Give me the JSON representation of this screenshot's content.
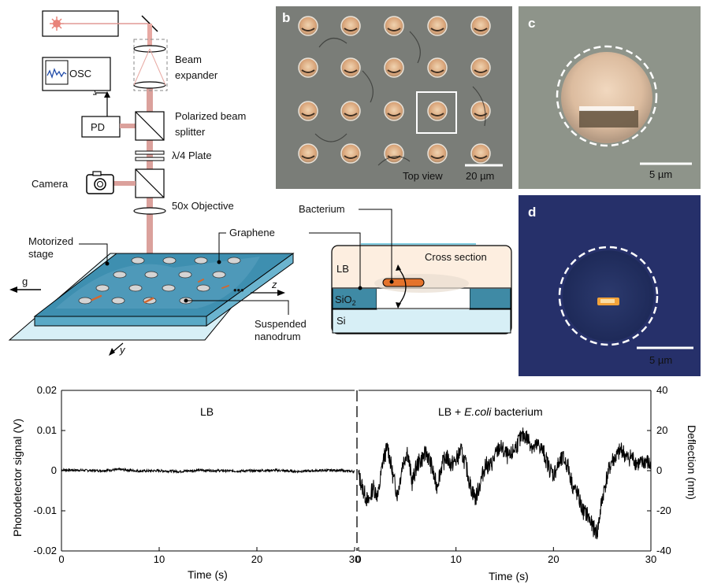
{
  "panels": {
    "a": "",
    "b": "b",
    "c": "c",
    "d": "d",
    "e": ""
  },
  "setup": {
    "osc": "OSC",
    "pd": "PD",
    "camera": "Camera",
    "beam_expander_1": "Beam",
    "beam_expander_2": "expander",
    "pbs_1": "Polarized beam",
    "pbs_2": "splitter",
    "quarter_plate": "λ/4 Plate",
    "objective": "50x Objective",
    "motorized_1": "Motorized",
    "motorized_2": "stage",
    "graphene": "Graphene",
    "g_axis": "g",
    "z_axis": "z",
    "y_axis": "y",
    "ellipsis": "•••",
    "suspended_1": "Suspended",
    "suspended_2": "nanodrum"
  },
  "micrographs": {
    "b_top_view": "Top view",
    "b_scale": "20 µm",
    "c_scale": "5 µm",
    "d_scale": "5 µm"
  },
  "cross_section": {
    "bacterium": "Bacterium",
    "title": "Cross section",
    "lb": "LB",
    "sio2_main": "SiO",
    "sio2_sub": "2",
    "si": "Si"
  },
  "colors": {
    "laser": "#e8837a",
    "beam": "#e29a95",
    "stage_top": "#3e8fb0",
    "stage_side": "#5aa9c6",
    "stage_base": "#cfeaf3",
    "lb_fill": "#fdeee0",
    "sio2_fill": "#3f8aa5",
    "si_fill": "#d7eff6",
    "bacterium": "#e4732c",
    "micrograph_b": "#7a7d78",
    "micrograph_d": "#26306a"
  },
  "chart_data": {
    "type": "line",
    "panels": [
      {
        "segment": "LB",
        "annotation": "LB",
        "x": [
          0,
          2,
          4,
          6,
          8,
          10,
          12,
          14,
          16,
          18,
          20,
          22,
          24,
          26,
          28,
          30
        ],
        "y": [
          0.0002,
          0.0001,
          0.0,
          0.0003,
          -0.0001,
          0.0,
          -0.0002,
          0.0001,
          0.0,
          -0.0001,
          0.0,
          0.0001,
          -0.0002,
          0.0,
          0.0001,
          -0.0002
        ],
        "xlabel": "Time (s)",
        "ylabel": "Photodetector signal (V)",
        "xlim": [
          0,
          30
        ],
        "ylim": [
          -0.02,
          0.02
        ],
        "xticks": [
          0,
          10,
          20,
          30
        ],
        "yticks": [
          -0.02,
          -0.01,
          0,
          0.01,
          0.02
        ],
        "ytick_labels": [
          "-0.02",
          "-0.01",
          "0",
          "0.01",
          "0.02"
        ]
      },
      {
        "segment": "LB + E.coli bacterium",
        "annotation_main": "LB + ",
        "annotation_italic": "E.coli",
        "annotation_tail": " bacterium",
        "x": [
          0,
          0.5,
          1,
          1.5,
          2,
          2.5,
          3,
          3.5,
          4,
          4.5,
          5,
          5.5,
          6,
          6.5,
          7,
          7.5,
          8,
          8.5,
          9,
          9.5,
          10,
          10.5,
          11,
          11.5,
          12,
          12.5,
          13,
          13.5,
          14,
          14.5,
          15,
          15.5,
          16,
          16.5,
          17,
          17.5,
          18,
          18.5,
          19,
          19.5,
          20,
          20.5,
          21,
          21.5,
          22,
          22.5,
          23,
          23.5,
          24,
          24.5,
          25,
          25.5,
          26,
          26.5,
          27,
          27.5,
          28,
          28.5,
          29,
          29.5,
          30
        ],
        "y": [
          -2,
          -10,
          -16,
          -8,
          -13,
          5,
          12,
          -2,
          -12,
          3,
          10,
          -6,
          3,
          6,
          9,
          2,
          -8,
          2,
          7,
          3,
          5,
          10,
          3,
          -8,
          -14,
          -6,
          3,
          2,
          7,
          12,
          9,
          6,
          11,
          15,
          18,
          15,
          11,
          13,
          9,
          2,
          -2,
          3,
          6,
          2,
          -8,
          -12,
          -20,
          -22,
          -28,
          -31,
          -14,
          -3,
          5,
          7,
          11,
          6,
          7,
          4,
          3,
          5,
          2
        ],
        "xlabel": "Time (s)",
        "ylabel": "Deflection (nm)",
        "xlim": [
          0,
          30
        ],
        "ylim": [
          -40,
          40
        ],
        "xticks": [
          0,
          10,
          20,
          30
        ],
        "yticks": [
          -40,
          -20,
          0,
          20,
          40
        ]
      }
    ]
  }
}
